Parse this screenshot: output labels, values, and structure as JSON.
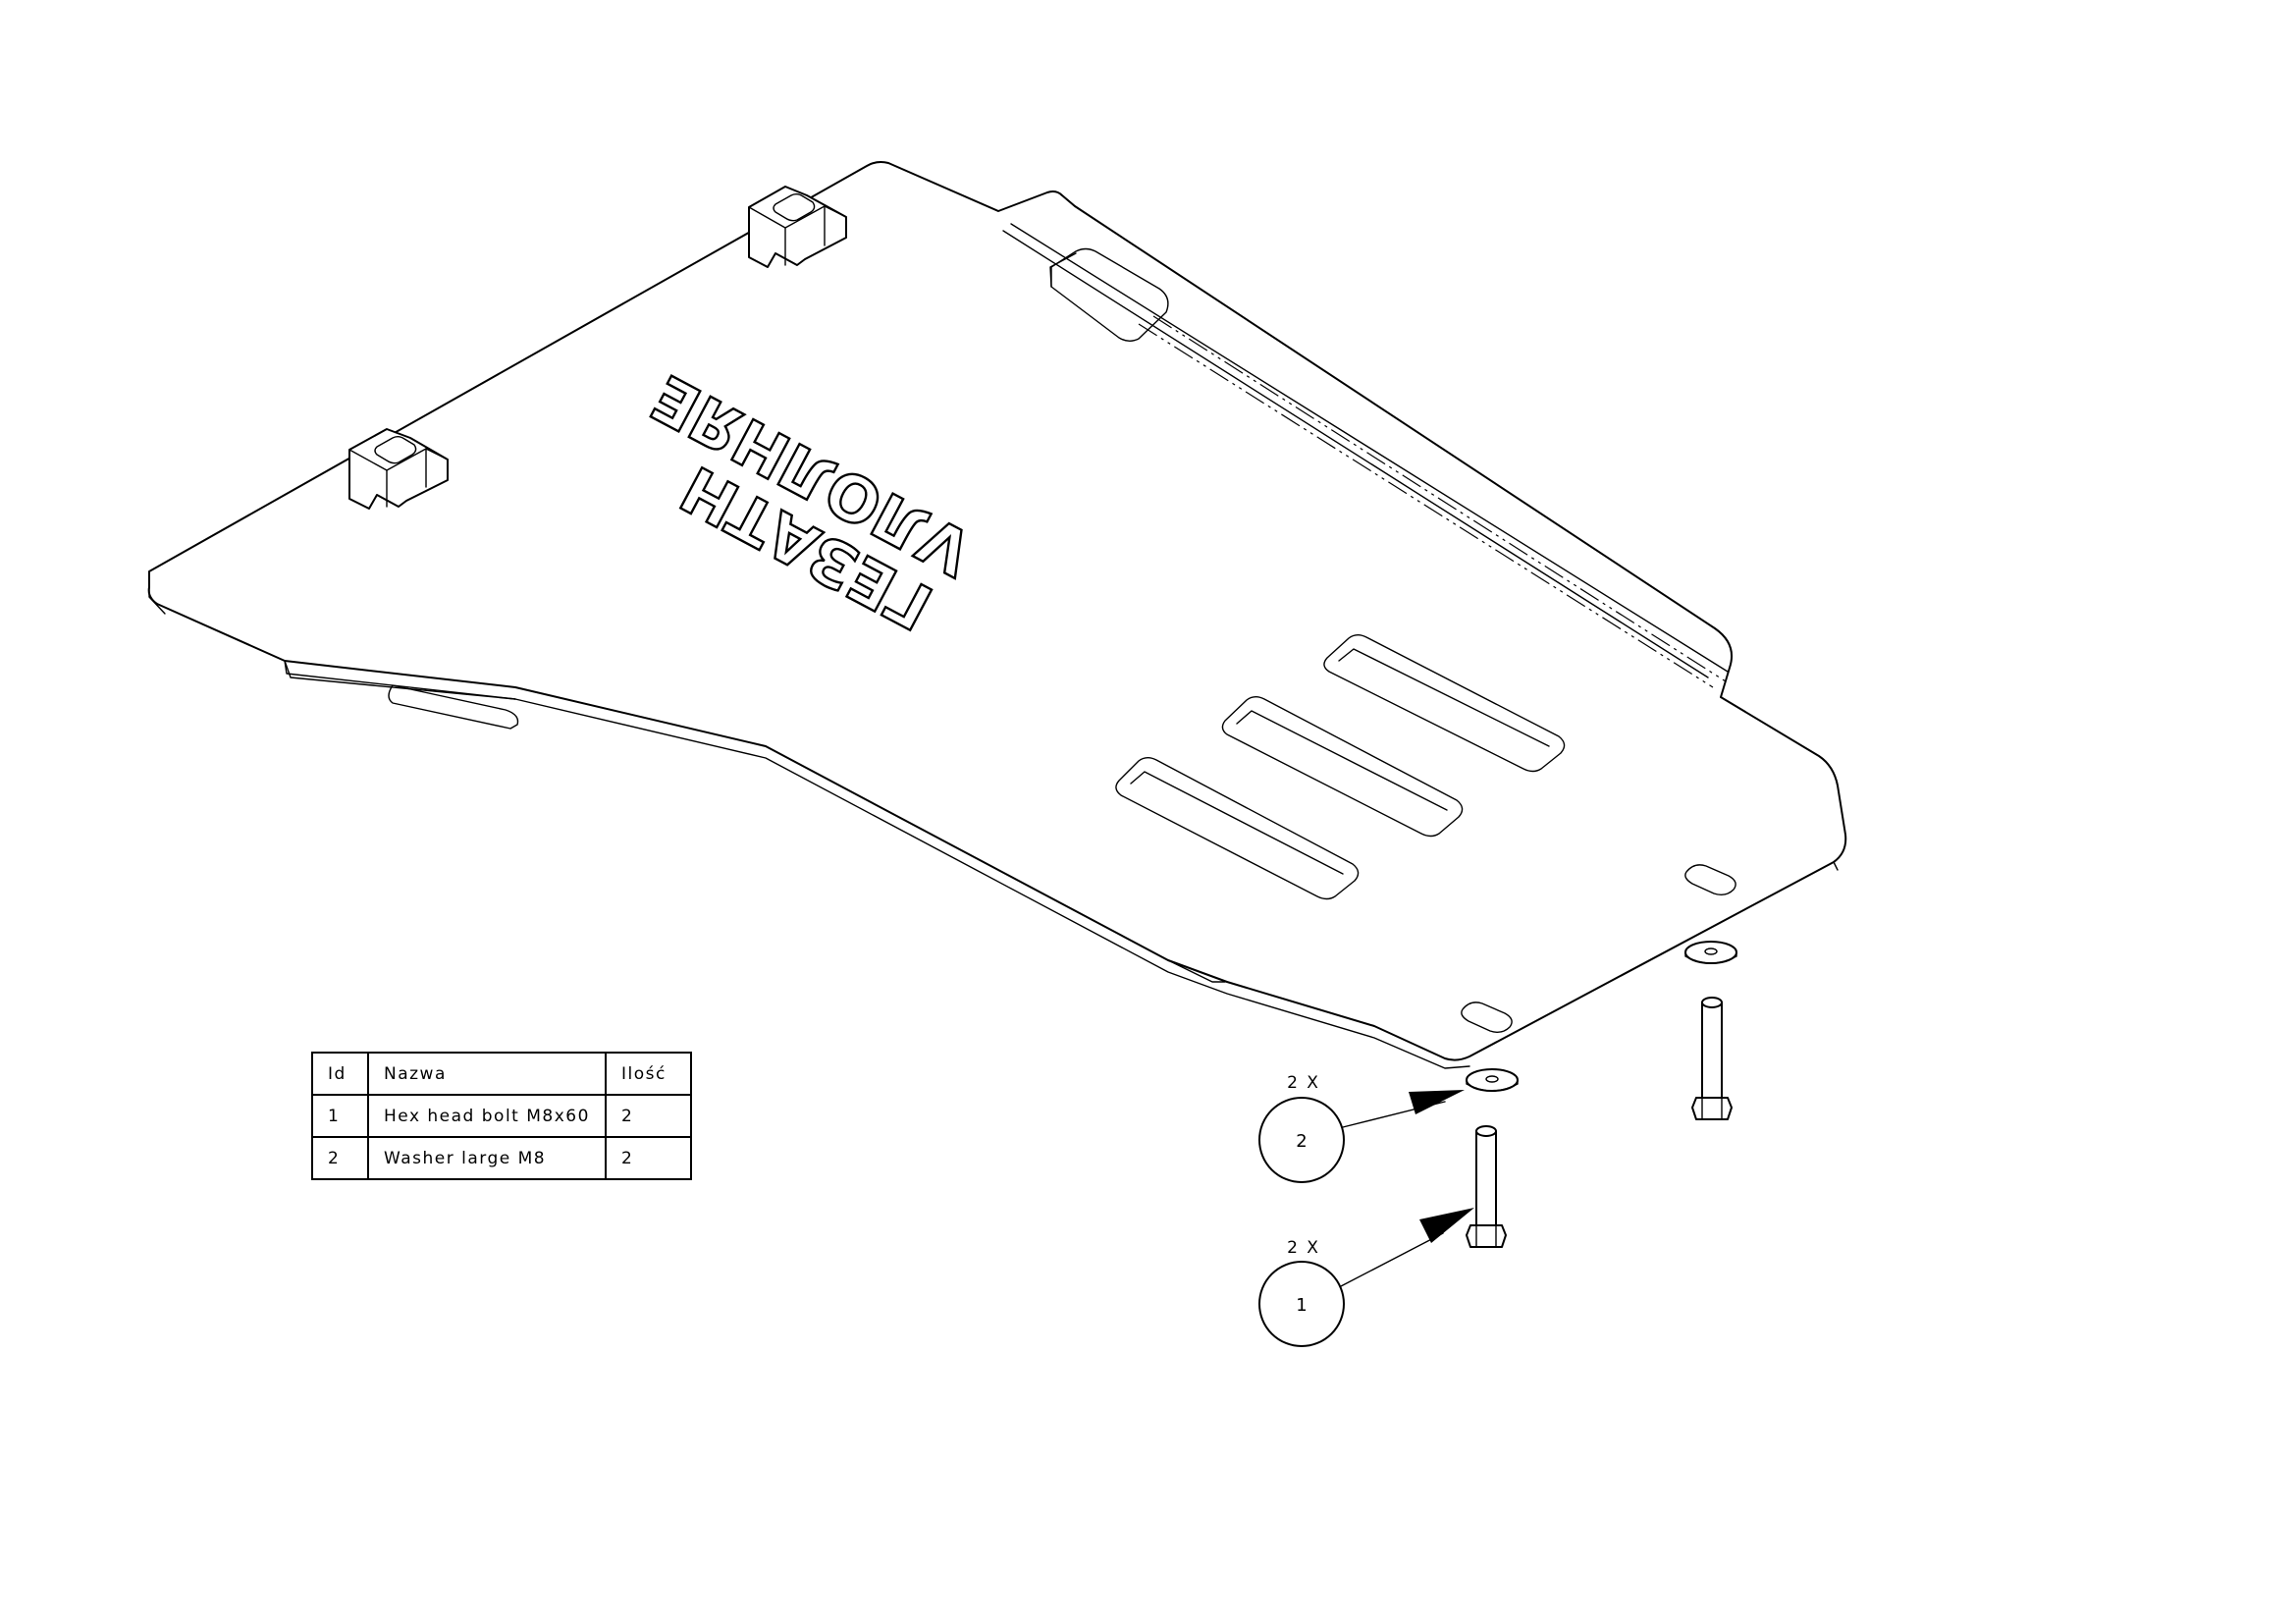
{
  "table": {
    "headers": [
      "Id",
      "Nazwa",
      "Ilość"
    ],
    "rows": [
      {
        "id": "1",
        "name": "Hex head bolt M8x60",
        "qty": "2"
      },
      {
        "id": "2",
        "name": "Washer large M8",
        "qty": "2"
      }
    ]
  },
  "callouts": [
    {
      "id": "2",
      "multiplier": "2 X"
    },
    {
      "id": "1",
      "multiplier": "2 X"
    }
  ],
  "logo": {
    "line1": "ГЕЗАТН",
    "line2": "VЛОЛНЯЕ"
  }
}
